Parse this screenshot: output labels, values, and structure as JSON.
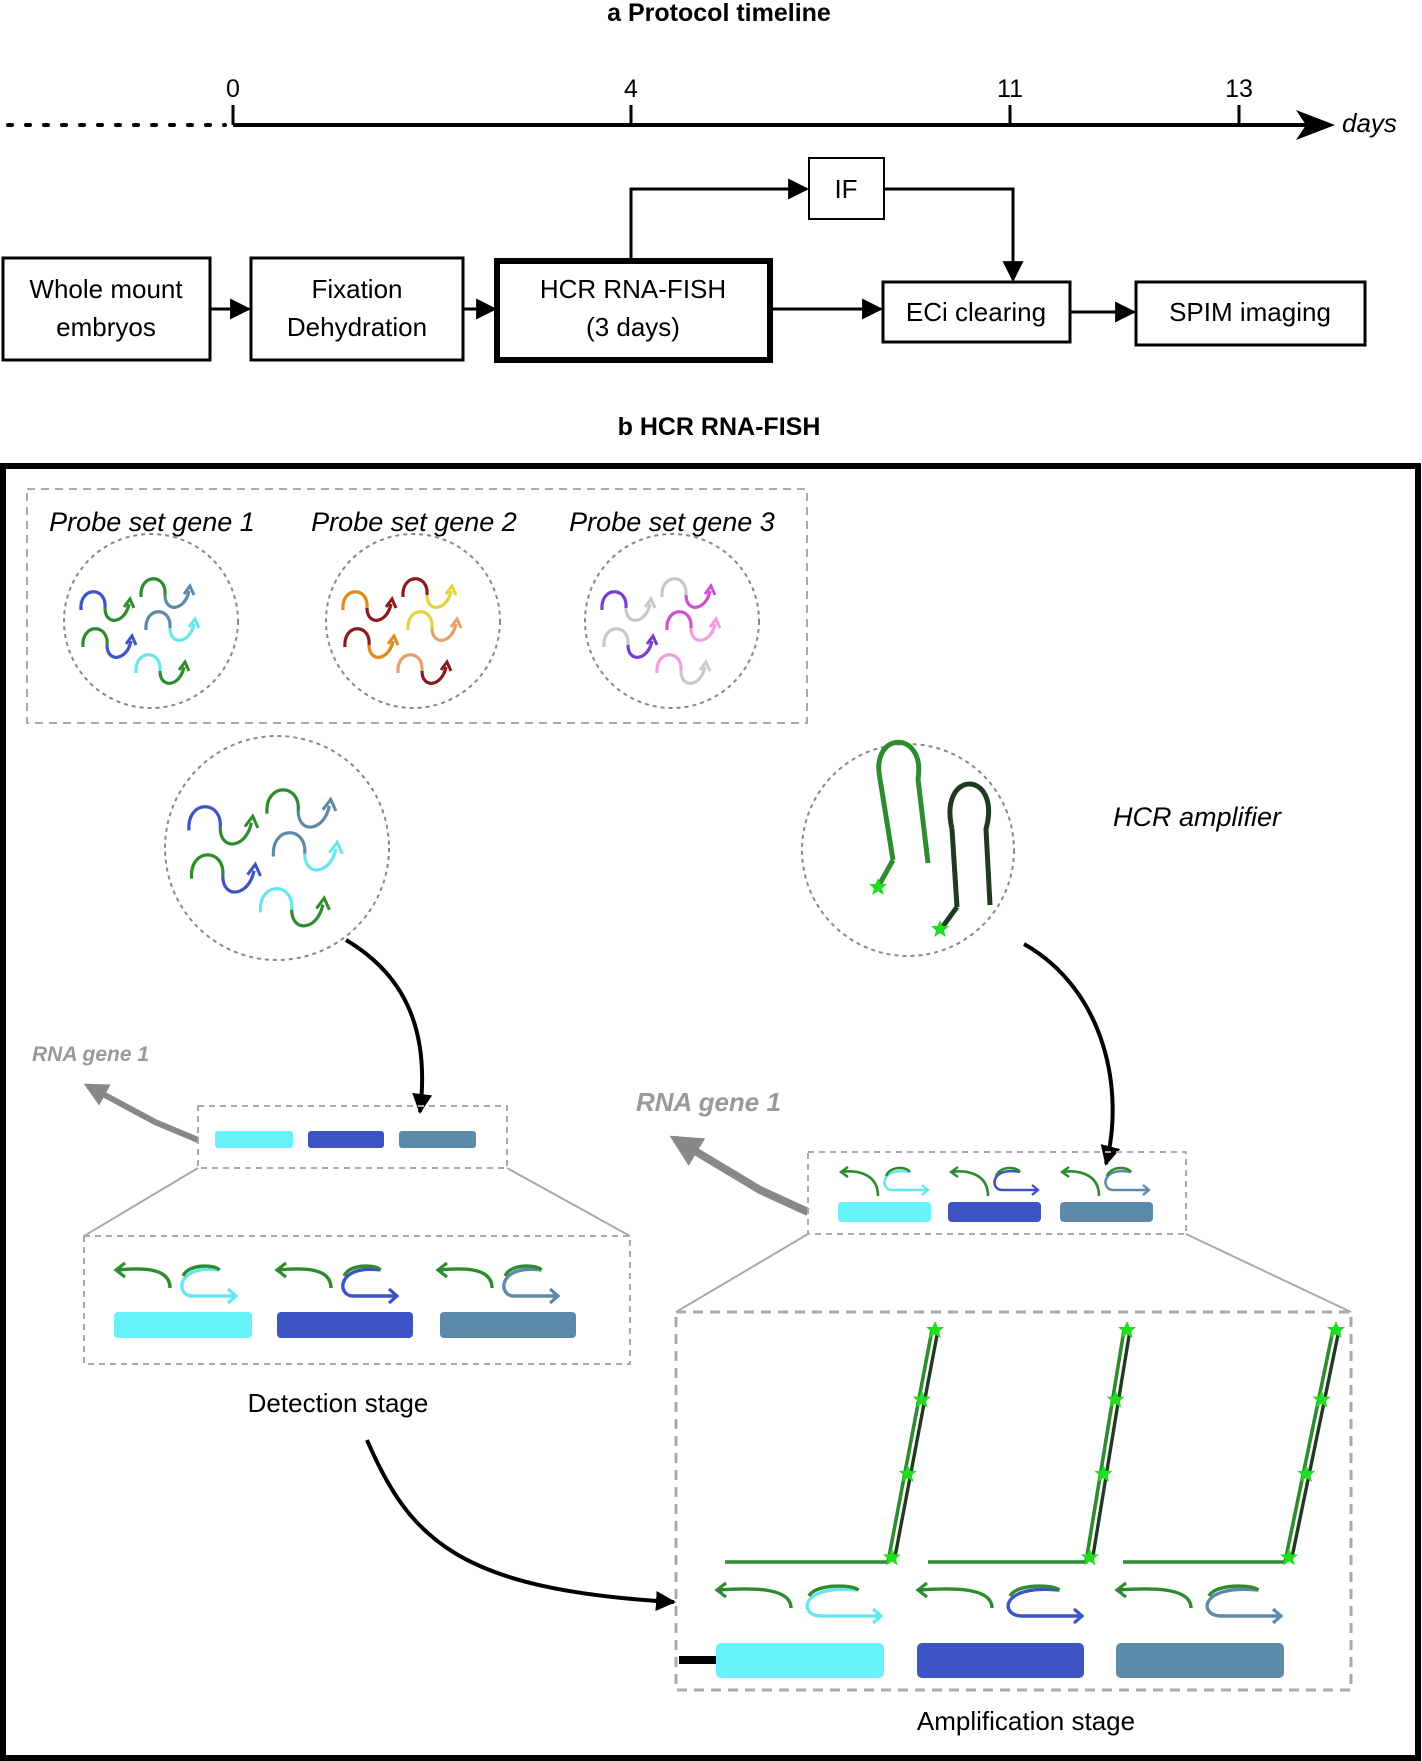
{
  "panel_a": {
    "title": "a  Protocol timeline",
    "axis_unit": "days",
    "ticks": [
      "0",
      "4",
      "11",
      "13"
    ],
    "steps": [
      {
        "line1": "Whole mount",
        "line2": "embryos"
      },
      {
        "line1": "Fixation",
        "line2": "Dehydration"
      },
      {
        "line1": "HCR RNA-FISH",
        "line2": "(3 days)"
      },
      {
        "line1": "ECi clearing",
        "line2": ""
      },
      {
        "line1": "SPIM imaging",
        "line2": ""
      }
    ],
    "branch": "IF"
  },
  "panel_b": {
    "title": "b HCR RNA-FISH",
    "probe_sets": [
      "Probe set gene 1",
      "Probe set gene 2",
      "Probe set gene 3"
    ],
    "amplifier_label": "HCR amplifier",
    "rna_label_left": "RNA gene 1",
    "rna_label_right": "RNA gene 1",
    "detection_stage": "Detection stage",
    "amplification_stage": "Amplification stage"
  },
  "colors": {
    "probe_gene1": [
      "#3c54c4",
      "#2e8b2e",
      "#5d8aa8",
      "#66e6ee"
    ],
    "probe_gene2": [
      "#e08a1a",
      "#8b1a1a",
      "#e6d23c",
      "#e8a070"
    ],
    "probe_gene3": [
      "#7a3fd0",
      "#c8c8c8",
      "#d050d0",
      "#f0a0e0"
    ],
    "amplifier_hairpin_1": "#2e8b2e",
    "amplifier_hairpin_2": "#1f3a1f",
    "fluorophore": "#22dd22"
  }
}
